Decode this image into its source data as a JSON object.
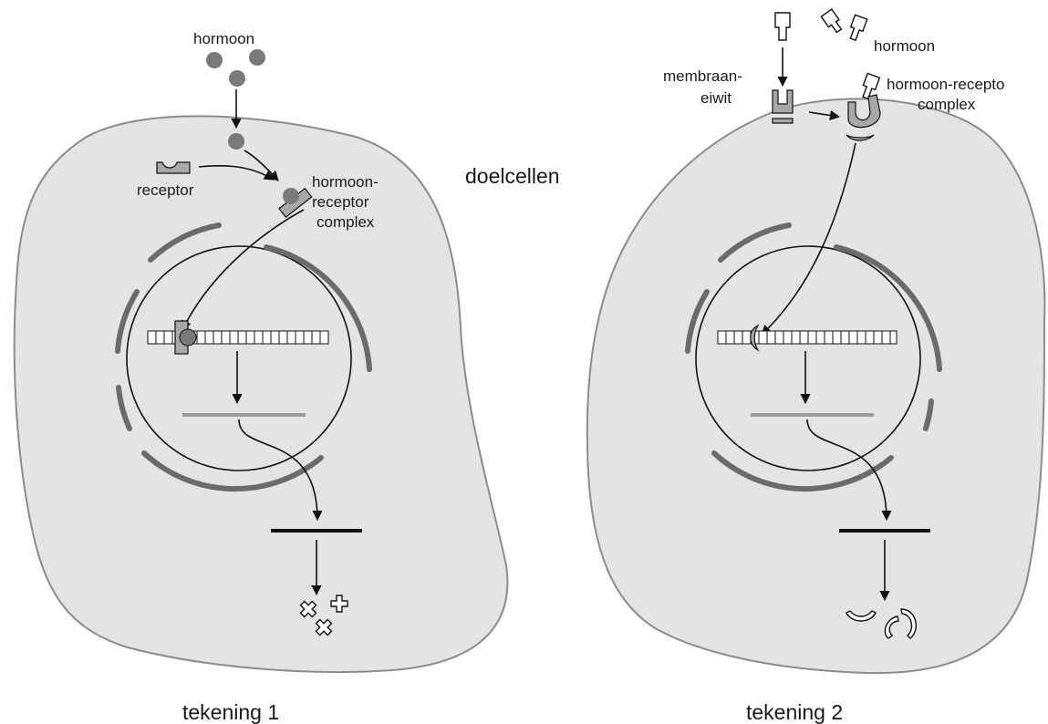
{
  "center_label": "doelcellen",
  "drawing1": {
    "title": "tekening 1",
    "hormone_label": "hormoon",
    "receptor_label": "receptor",
    "complex_label_line1": "hormoon-",
    "complex_label_line2": "receptor",
    "complex_label_line3": "complex"
  },
  "drawing2": {
    "title": "tekening 2",
    "hormone_label": "hormoon",
    "membrane_label_line1": "membraan-",
    "membrane_label_line2": "eiwit",
    "complex_label_line1": "hormoon-recepto",
    "complex_label_line2": "complex"
  },
  "colors": {
    "cytoplasm": "#e4e4e6",
    "envelope": "#6b6b6b",
    "hormone": "#7a7a7a",
    "mrna": "#9d9d9d"
  }
}
